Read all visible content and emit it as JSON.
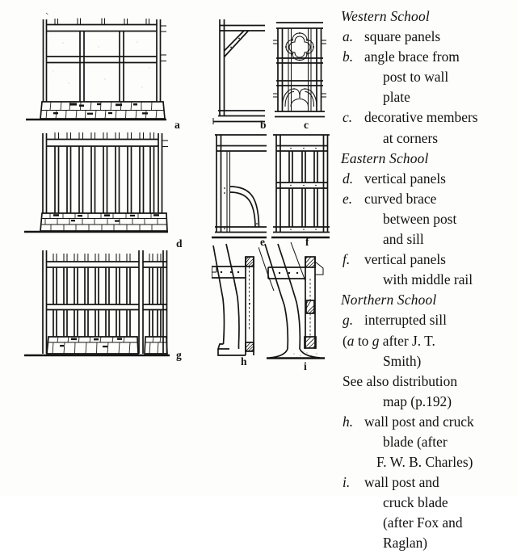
{
  "document": {
    "kind": "book-plate",
    "background_color": "#fdfdfc",
    "ink_color": "#151515"
  },
  "caption": {
    "sections": [
      {
        "heading": "Western School",
        "items": [
          {
            "letter": "a.",
            "lines": [
              "square panels"
            ]
          },
          {
            "letter": "b.",
            "lines": [
              "angle brace from",
              "post to wall",
              "plate"
            ]
          },
          {
            "letter": "c.",
            "lines": [
              "decorative members",
              "at corners"
            ]
          }
        ]
      },
      {
        "heading": "Eastern School",
        "items": [
          {
            "letter": "d.",
            "lines": [
              "vertical panels"
            ]
          },
          {
            "letter": "e.",
            "lines": [
              "curved brace",
              "between post",
              "and sill"
            ]
          },
          {
            "letter": "f.",
            "lines": [
              "vertical panels",
              "with middle rail"
            ]
          }
        ]
      },
      {
        "heading": "Northern School",
        "items": [
          {
            "letter": "g.",
            "lines": [
              "interrupted sill"
            ]
          }
        ]
      }
    ],
    "lines": {
      "l01": "Western School",
      "l02_letter": "a.",
      "l02_text": "square panels",
      "l03_letter": "b.",
      "l03_text": "angle brace from",
      "l04_text": "post to wall",
      "l05_text": "plate",
      "l06_letter": "c.",
      "l06_text": "decorative members",
      "l07_text": "at corners",
      "l08": "Eastern School",
      "l09_letter": "d.",
      "l09_text": "vertical panels",
      "l10_letter": "e.",
      "l10_text": "curved brace",
      "l11_text": "between post",
      "l12_text": "and sill",
      "l13_letter": "f.",
      "l13_text": "vertical panels",
      "l14_text": "with middle rail",
      "l15": "Northern School",
      "l16_letter": "g.",
      "l16_text": "interrupted sill",
      "l17_a": "(",
      "l17_b": "a",
      "l17_c": " to ",
      "l17_d": "g",
      "l17_e": " after J. T.",
      "l18_text": "Smith)",
      "l19_text": "See also distribution",
      "l20_text": "map (p.192)",
      "l21_letter": "h.",
      "l21_text": "wall post and cruck",
      "l22_text": "blade (after",
      "l23_text": "F. W. B. Charles)",
      "l24_letter": "i.",
      "l24_text": "wall post and",
      "l25_text": "cruck blade",
      "l26_text": "(after Fox and",
      "l27_text": "Raglan)"
    }
  },
  "figures": {
    "a": {
      "label": "a",
      "title": "square panels wall on rubble plinth"
    },
    "b": {
      "label": "b",
      "title": "angle brace from post to wall plate"
    },
    "c": {
      "label": "c",
      "title": "decorative members at corners"
    },
    "d": {
      "label": "d",
      "title": "vertical panels (close studding)"
    },
    "e": {
      "label": "e",
      "title": "curved brace between post and sill"
    },
    "f": {
      "label": "f",
      "title": "vertical panels with middle rail"
    },
    "g": {
      "label": "g",
      "title": "interrupted sill"
    },
    "h": {
      "label": "h",
      "title": "wall post and cruck blade (Charles)"
    },
    "i": {
      "label": "i",
      "title": "wall post and cruck blade (Fox and Raglan)"
    }
  }
}
